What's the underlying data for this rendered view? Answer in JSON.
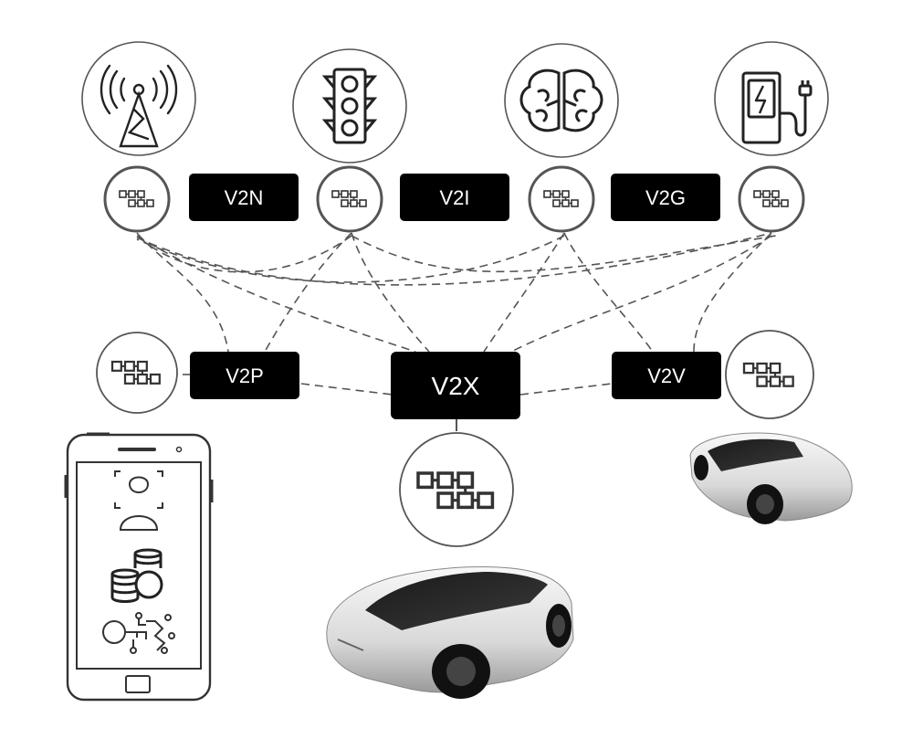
{
  "labels": {
    "v2n": "V2N",
    "v2i": "V2I",
    "v2g": "V2G",
    "v2p": "V2P",
    "v2x": "V2X",
    "v2v": "V2V"
  },
  "icons": {
    "cell_tower": "cell-tower-icon",
    "traffic_light": "traffic-light-icon",
    "brain": "brain-icon",
    "ev_charger": "ev-charger-icon",
    "blockchain": "blockchain-icon",
    "smartphone": "smartphone-icon",
    "face_id": "face-id-icon",
    "coins": "coins-icon",
    "digital_key": "digital-key-icon",
    "car": "car-icon"
  },
  "colors": {
    "label_bg": "#000000",
    "label_text": "#ffffff",
    "line": "#555555",
    "circle_stroke": "#555555"
  }
}
